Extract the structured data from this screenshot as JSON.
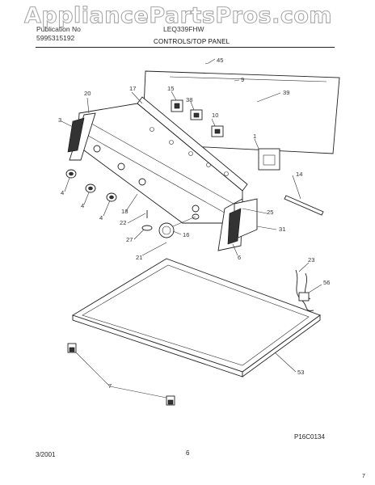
{
  "header": {
    "watermark": "AppliancePartsPros.com",
    "publication_label": "Publication No",
    "publication_number": "5995315192",
    "model": "LEQ339FHW",
    "section_title": "CONTROLS/TOP PANEL"
  },
  "diagram": {
    "callouts": [
      "45",
      "9",
      "39",
      "17",
      "15",
      "38",
      "10",
      "20",
      "3",
      "1",
      "14",
      "4",
      "4",
      "18",
      "4",
      "22",
      "25",
      "27",
      "16",
      "31",
      "21",
      "6",
      "23",
      "56",
      "7",
      "53"
    ],
    "figure_code": "P16C0134"
  },
  "footer": {
    "date": "3/2001",
    "page": "6",
    "corner_mark": "7"
  }
}
